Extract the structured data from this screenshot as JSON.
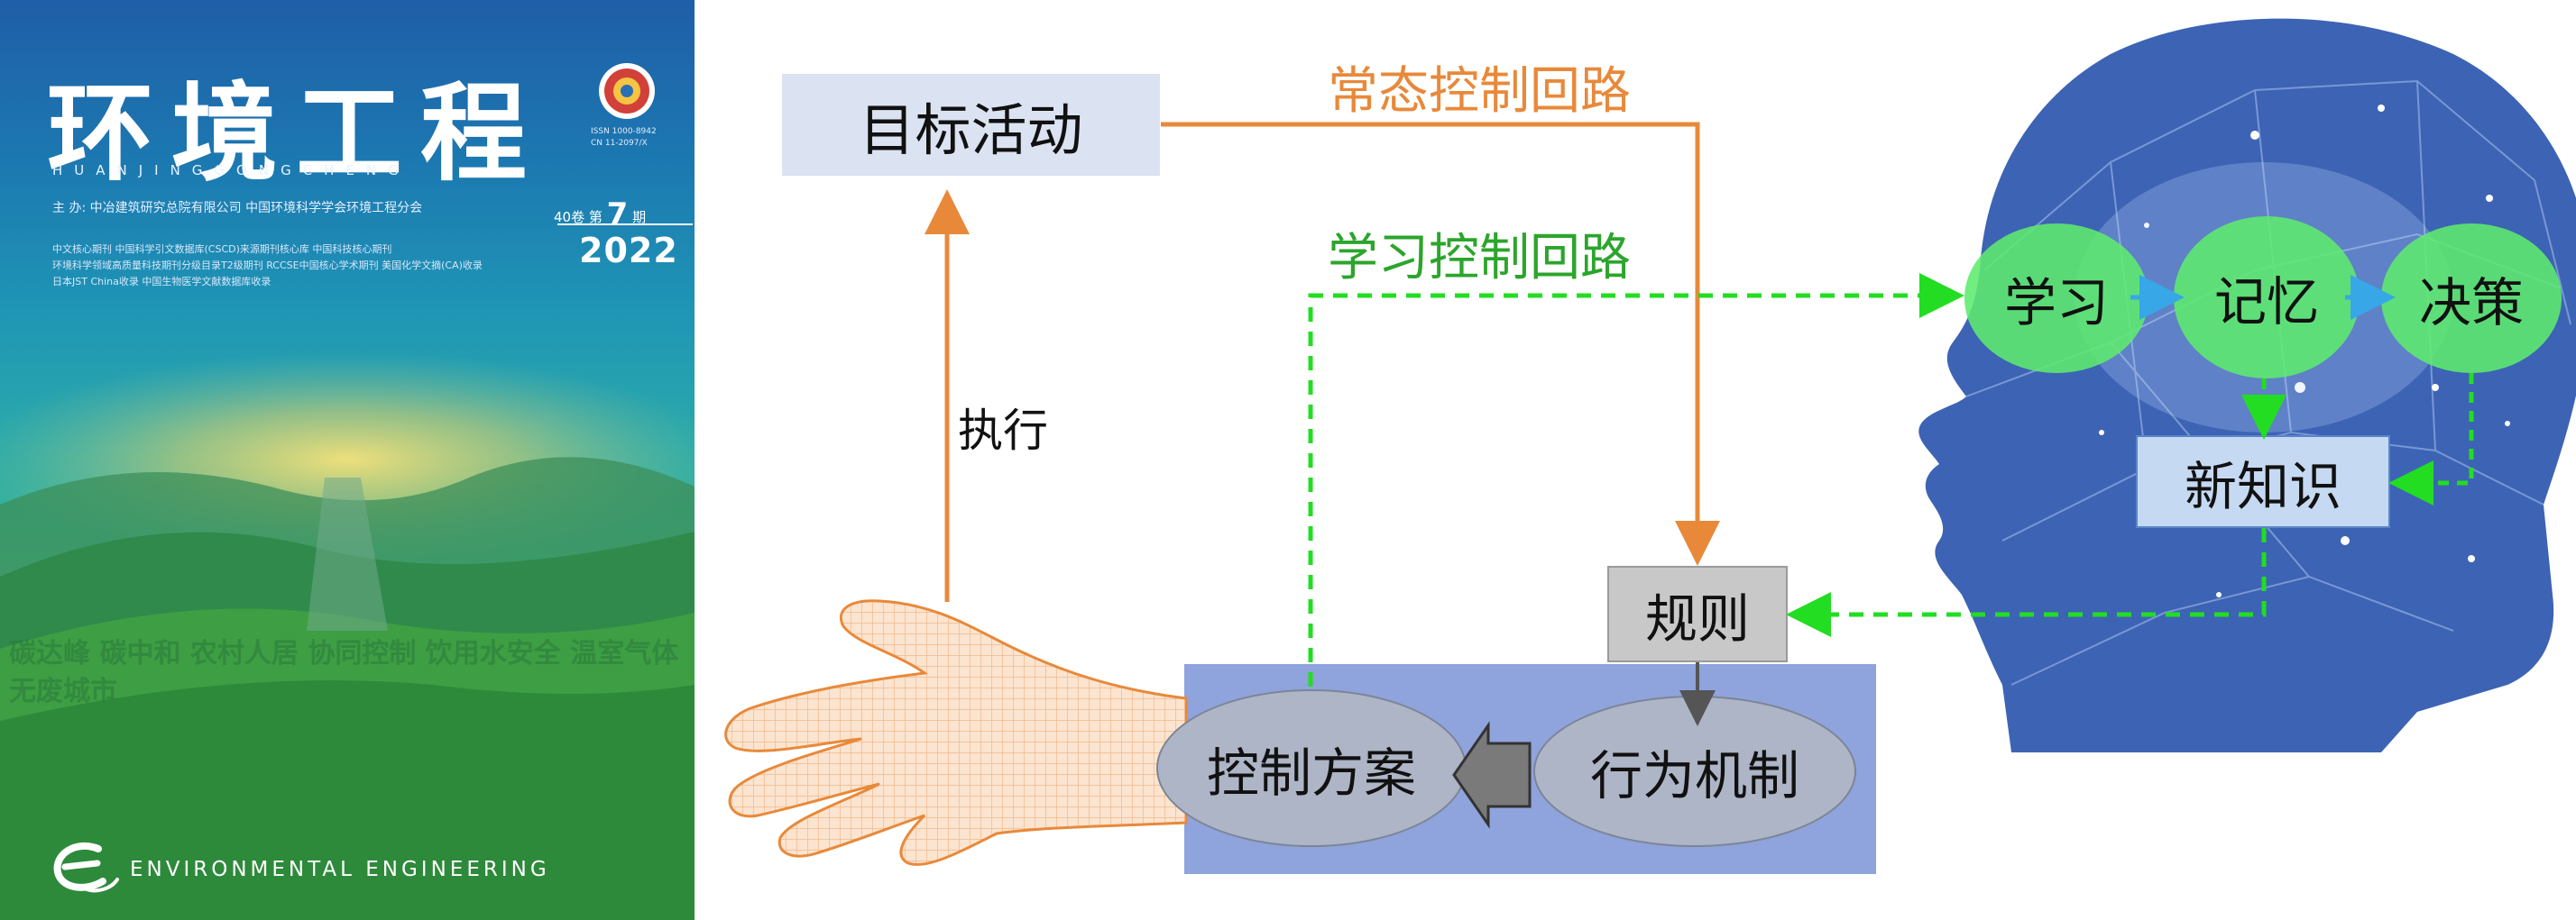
{
  "cover": {
    "title": "环境工程",
    "pinyin": "HUANJINGGONGCHENG",
    "host_line": "主 办: 中冶建筑研究总院有限公司   中国环境科学学会环境工程分会",
    "index_lines": [
      "中文核心期刊   中国科学引文数据库(CSCD)来源期刊核心库   中国科技核心期刊",
      "环境科学领域高质量科技期刊分级目录T2级期刊   RCCSE中国核心学术期刊   美国化学文摘(CA)收录",
      "日本JST China收录   中国生物医学文献数据库收录"
    ],
    "volume_prefix": "40卷 第",
    "issue": "7",
    "issue_suffix": "期",
    "year": "2022",
    "issn_lines": [
      "ISSN 1000-8942",
      "CN 11-2097/X"
    ],
    "hill_keywords": "碳达峰  碳中和  农村人居  协同控制  饮用水安全  温室气体  无废城市",
    "english_name": "ENVIRONMENTAL ENGINEERING",
    "colors": {
      "top": "#1f5ea8",
      "bottom": "#217a3a"
    }
  },
  "diagram": {
    "target_activity": "目标活动",
    "normal_loop_label": "常态控制回路",
    "learning_loop_label": "学习控制回路",
    "execute_label": "执行",
    "rules": "规则",
    "behavior_mechanism": "行为机制",
    "control_plan": "控制方案",
    "learn": "学习",
    "memory": "记忆",
    "decision": "决策",
    "new_knowledge": "新知识",
    "colors": {
      "orange": "#e8893a",
      "green_dashed": "#22dd22",
      "text_green": "#2ca52c",
      "target_box": "#dbe3f2",
      "blue_panel": "#8fa3dc",
      "head_blue": "#3d63b4"
    }
  }
}
